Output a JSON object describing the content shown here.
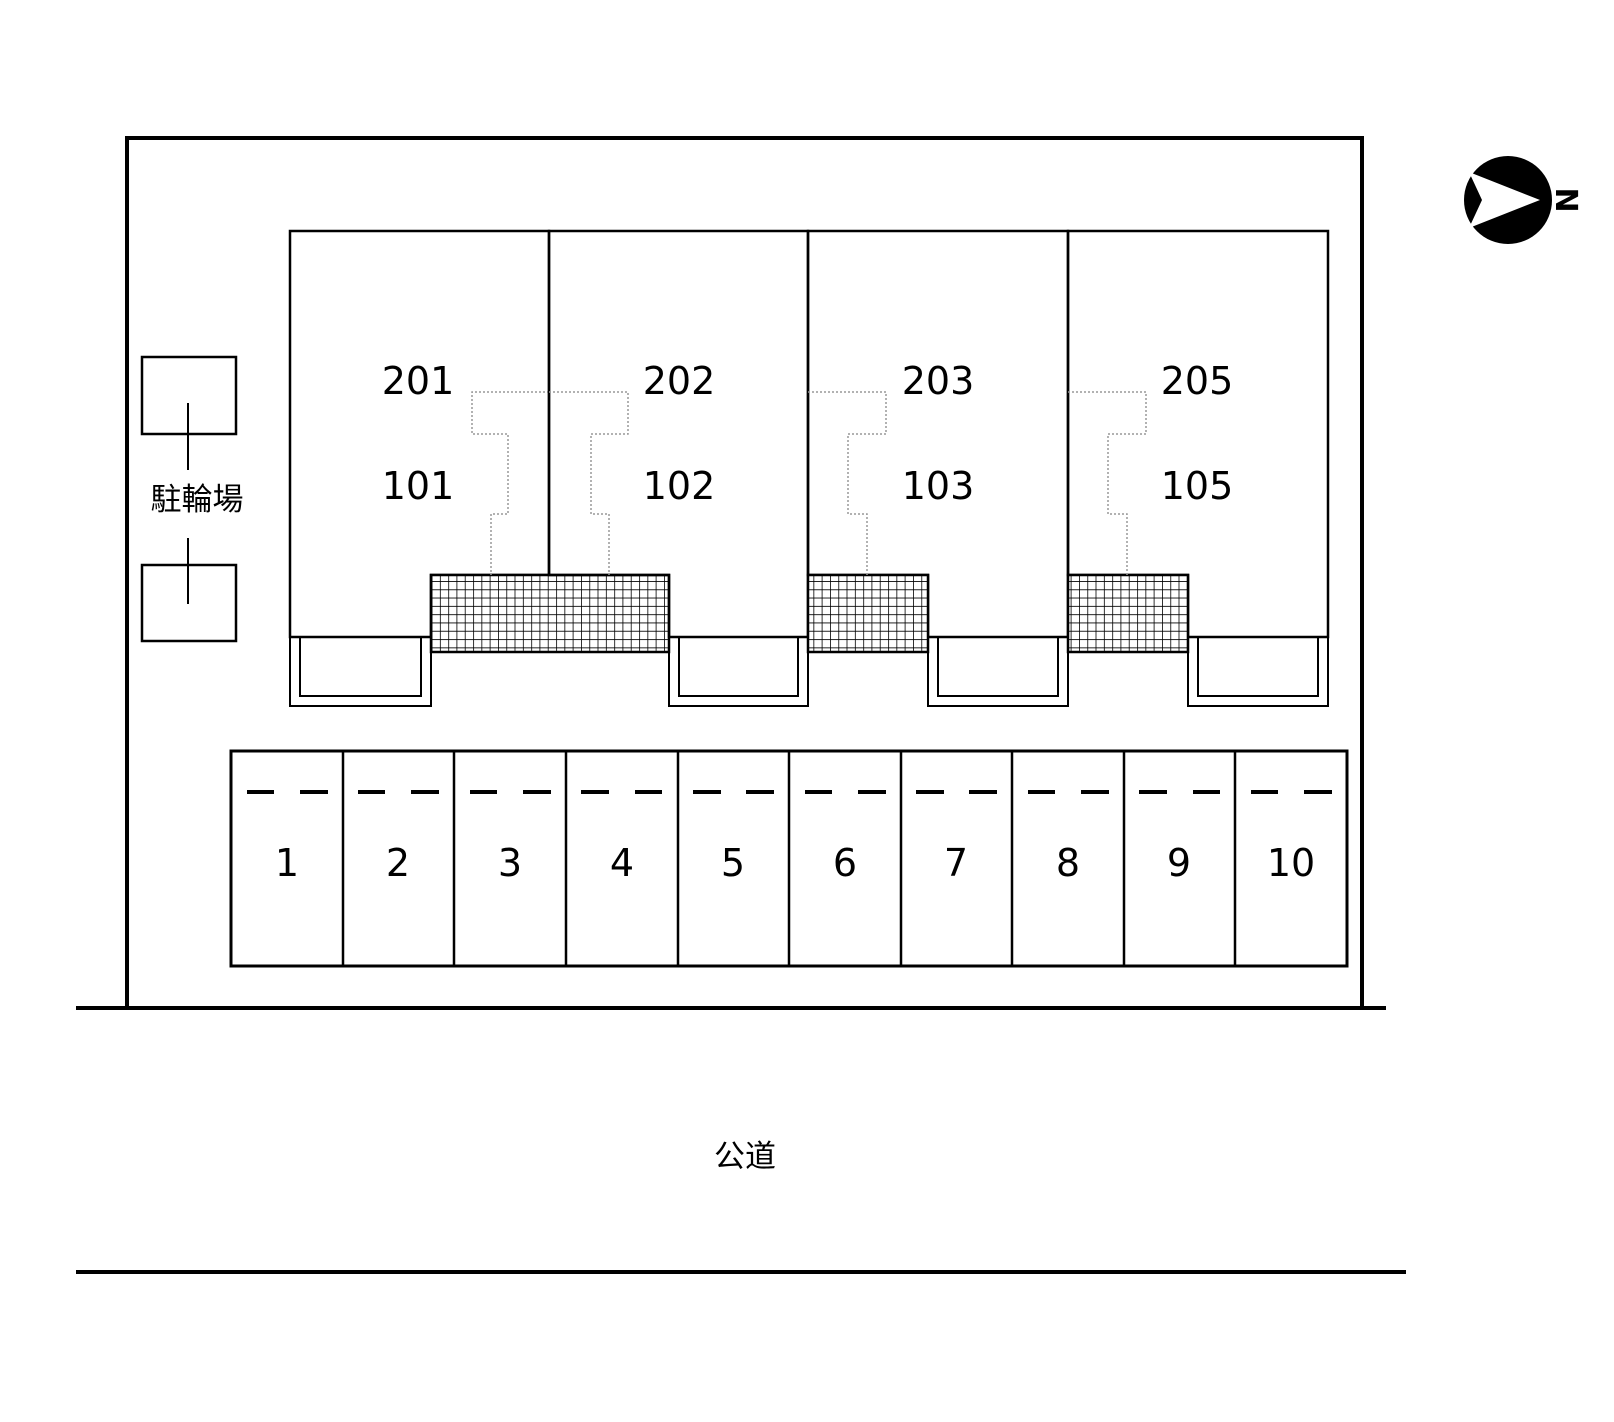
{
  "bicycle_parking_label": "駐輪場",
  "road_label": "公道",
  "compass": {
    "icon": "north-arrow-icon",
    "label": "N"
  },
  "buildings": [
    {
      "upper": "201",
      "lower": "101"
    },
    {
      "upper": "202",
      "lower": "102"
    },
    {
      "upper": "203",
      "lower": "103"
    },
    {
      "upper": "205",
      "lower": "105"
    }
  ],
  "parking_spaces": [
    "1",
    "2",
    "3",
    "4",
    "5",
    "6",
    "7",
    "8",
    "9",
    "10"
  ]
}
